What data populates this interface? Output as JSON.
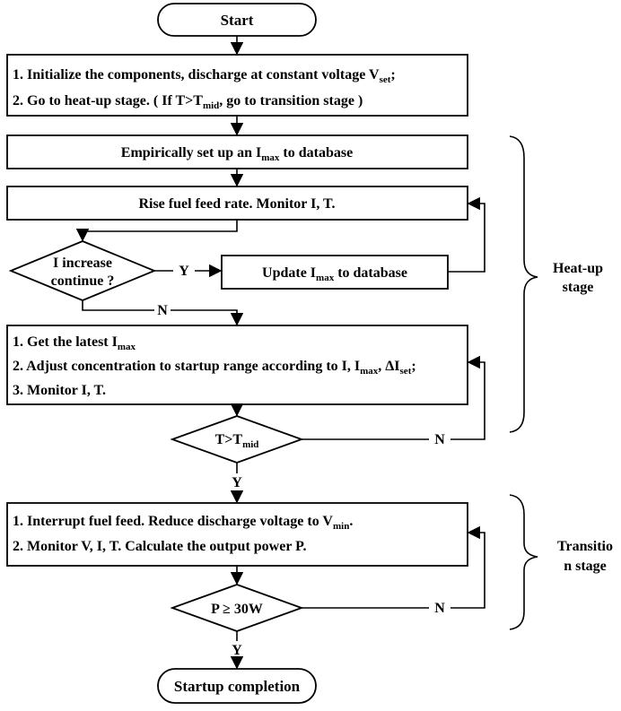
{
  "flowchart": {
    "start": "Start",
    "init": {
      "line1_pre": "1. Initialize the components, discharge at constant voltage V",
      "line1_sub": "set",
      "line1_post": ";",
      "line2_pre": "2. Go to  heat-up stage.  ( If  T>T",
      "line2_sub": "mid",
      "line2_post": ", go to transition stage )"
    },
    "empirical": {
      "pre": "Empirically set up an I",
      "sub": "max",
      "post": " to database"
    },
    "rise": "Rise fuel feed rate. Monitor I, T.",
    "decision_increase": {
      "line1": "I increase",
      "line2": "continue ?"
    },
    "update": {
      "pre": "Update I",
      "sub": "max",
      "post": " to database"
    },
    "adjust": {
      "line1_pre": "1. Get the latest I",
      "line1_sub": "max",
      "line2_pre": "2. Adjust concentration to startup range according to I, I",
      "line2_sub1": "max",
      "line2_mid": ", ΔI",
      "line2_sub2": "set",
      "line2_post": ";",
      "line3": "3. Monitor I, T."
    },
    "decision_temp": {
      "pre": "T>T",
      "sub": "mid"
    },
    "interrupt": {
      "line1_pre": "1. Interrupt fuel feed. Reduce discharge voltage to V",
      "line1_sub": "min",
      "line1_post": ".",
      "line2": "2. Monitor V,  I, T. Calculate the output power P."
    },
    "decision_power": "P ≥ 30W",
    "end": "Startup completion",
    "yes": "Y",
    "no": "N"
  },
  "stages": {
    "heatup": {
      "line1": "Heat-up",
      "line2": "stage"
    },
    "transition": {
      "line1": "Transitio",
      "line2": "n stage"
    }
  }
}
